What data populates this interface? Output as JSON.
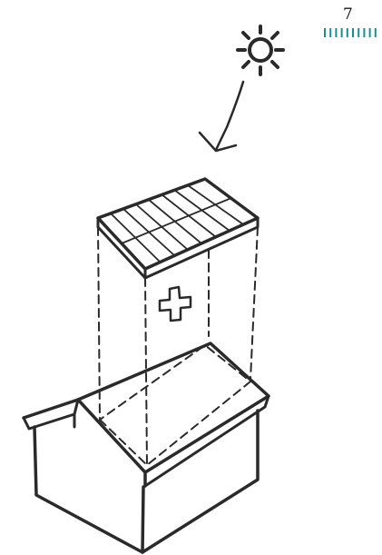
{
  "page": {
    "number": "7",
    "tick_color": "#1a8f8f"
  },
  "illustration": {
    "elements": [
      "sun-icon",
      "sunlight-arrow",
      "solar-panel",
      "plus-sign",
      "projection-lines",
      "house-roof",
      "house-walls"
    ],
    "ink_color": "#2a2a2a"
  }
}
